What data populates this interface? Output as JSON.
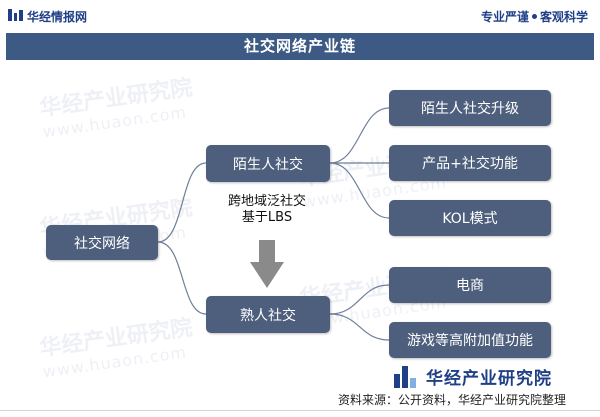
{
  "header": {
    "brand": "华经情报网",
    "slogan_left": "专业严谨",
    "slogan_right": "客观科学"
  },
  "title": "社交网络产业链",
  "nodes": {
    "root": "社交网络",
    "stranger": "陌生人社交",
    "acquaintance": "熟人社交",
    "upgrade": "陌生人社交升级",
    "product": "产品+社交功能",
    "kol": "KOL模式",
    "ecommerce": "电商",
    "games": "游戏等高附加值功能"
  },
  "connector_label": {
    "line1": "跨地域泛社交",
    "line2": "基于LBS"
  },
  "footer": {
    "source": "资料来源：公开资料，华经产业研究院整理",
    "logo_name": "华经产业研究院"
  },
  "watermark": {
    "cn": "华经产业研究院",
    "url": "www.huaon.com"
  },
  "colors": {
    "node_fill": "#4d5f7c",
    "title_band": "#3d5a85",
    "brand": "#1f3f86",
    "arrow": "#8a8a8a",
    "lines": "#6e7f99"
  }
}
